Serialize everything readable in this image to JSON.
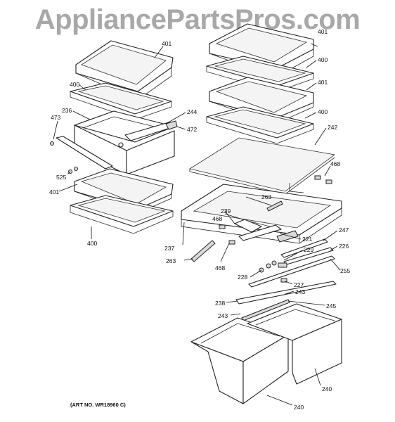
{
  "watermark": "AppliancePartsPros.com",
  "art_no": "(ART NO. WR18960 C)",
  "labels": {
    "l401a": "401",
    "l400a": "400",
    "l236": "236",
    "l244": "244",
    "l473": "473",
    "l472": "472",
    "l525": "525",
    "l401b": "401",
    "l400b": "400",
    "l401c": "401",
    "l400c": "400",
    "l401d": "401",
    "l400d": "400",
    "l242": "242",
    "l468a": "468",
    "l263a": "263",
    "l239": "239",
    "l468b": "468",
    "l221": "221",
    "l247": "247",
    "l237": "237",
    "l229": "229",
    "l226": "226",
    "l263b": "263",
    "l468c": "468",
    "l228": "228",
    "l255": "255",
    "l227": "227",
    "l243a": "243",
    "l238": "238",
    "l245": "245",
    "l243b": "243",
    "l240a": "240",
    "l240b": "240"
  }
}
